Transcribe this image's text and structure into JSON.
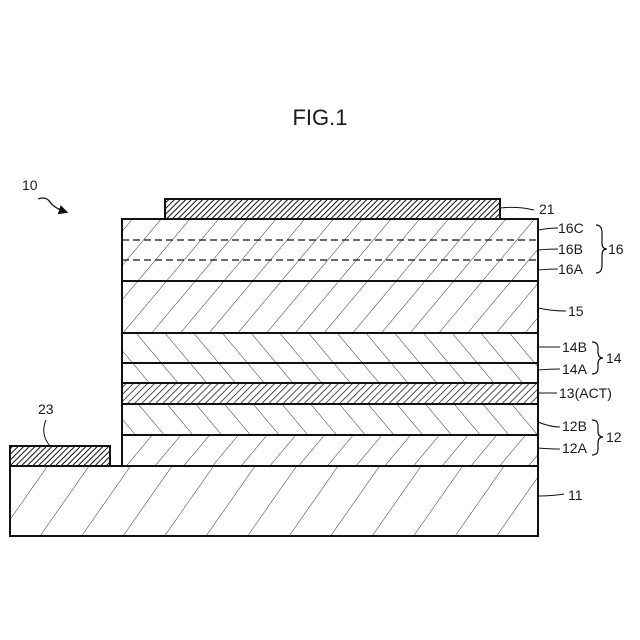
{
  "figure": {
    "title": "FIG.1",
    "device_ref": "10"
  },
  "layers": {
    "substrate": "11",
    "layer_12A": "12A",
    "layer_12B": "12B",
    "group_12": "12",
    "active": "13(ACT)",
    "layer_14A": "14A",
    "layer_14B": "14B",
    "group_14": "14",
    "layer_15": "15",
    "layer_16A": "16A",
    "layer_16B": "16B",
    "layer_16C": "16C",
    "group_16": "16"
  },
  "electrodes": {
    "top": "21",
    "side": "23"
  }
}
